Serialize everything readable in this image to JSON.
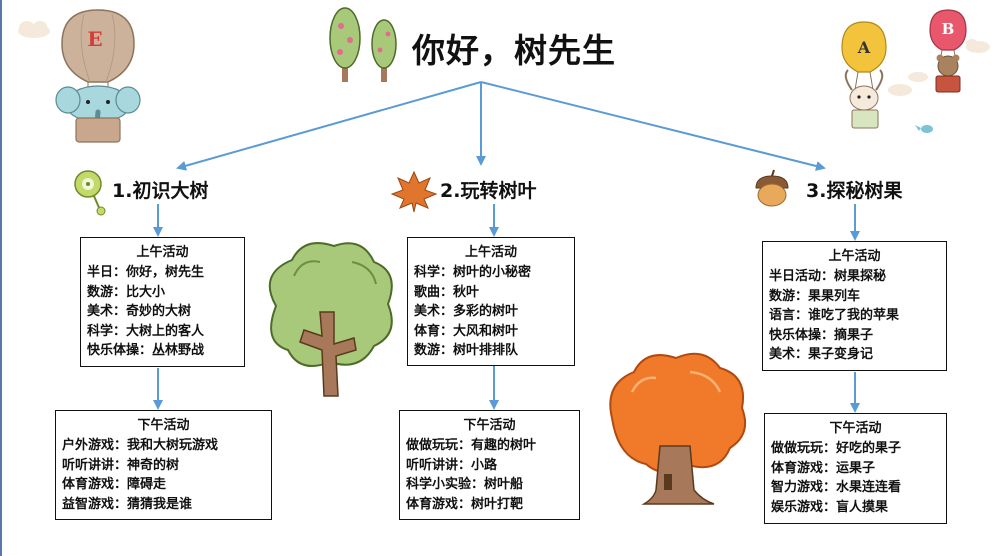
{
  "title": "你好，树先生",
  "balloons": {
    "left_letter": "E",
    "right_a_letter": "A",
    "right_b_letter": "B"
  },
  "colors": {
    "connector": "#5b9bd5",
    "tree_green": "#a9c97a",
    "tree_orange": "#f07a2a",
    "trunk": "#a8785a"
  },
  "themes": [
    {
      "title": "1.初识大树",
      "icon": "kiwi-slice-icon",
      "morning": {
        "title": "上午活动",
        "rows": [
          "半日：你好，树先生",
          "数游：比大小",
          "美术：奇妙的大树",
          "科学：大树上的客人",
          "快乐体操：丛林野战"
        ]
      },
      "afternoon": {
        "title": "下午活动",
        "rows": [
          "户外游戏：我和大树玩游戏",
          "听听讲讲：神奇的树",
          "体育游戏：障碍走",
          "益智游戏：猜猜我是谁"
        ]
      }
    },
    {
      "title": "2.玩转树叶",
      "icon": "maple-leaf-icon",
      "morning": {
        "title": "上午活动",
        "rows": [
          "科学：树叶的小秘密",
          "歌曲：秋叶",
          "美术：多彩的树叶",
          "体育：大风和树叶",
          "数游：树叶排排队"
        ]
      },
      "afternoon": {
        "title": "下午活动",
        "rows": [
          "做做玩玩：有趣的树叶",
          "听听讲讲：小路",
          "科学小实验：树叶船",
          "体育游戏：树叶打靶"
        ]
      }
    },
    {
      "title": "3.探秘树果",
      "icon": "acorn-icon",
      "morning": {
        "title": "上午活动",
        "rows": [
          "半日活动：树果探秘",
          "数游：果果列车",
          "语言：谁吃了我的苹果",
          "快乐体操：摘果子",
          "美术：果子变身记"
        ]
      },
      "afternoon": {
        "title": "下午活动",
        "rows": [
          "做做玩玩：好吃的果子",
          "体育游戏：运果子",
          "智力游戏：水果连连看",
          "娱乐游戏：盲人摸果"
        ]
      }
    }
  ]
}
